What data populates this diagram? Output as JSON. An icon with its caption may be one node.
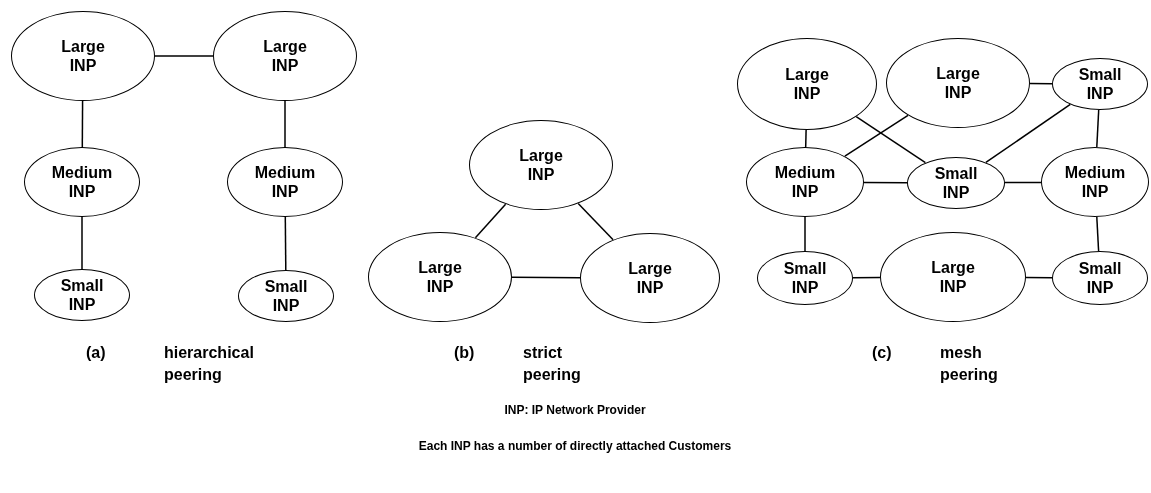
{
  "diagram": {
    "nodes": [
      {
        "text": [
          "Large INP"
        ]
      },
      {
        "text": [
          "Large INP"
        ]
      },
      {
        "text": [
          "Medium INP"
        ]
      },
      {
        "text": [
          "Medium INP"
        ]
      },
      {
        "text": [
          "Small INP"
        ]
      },
      {
        "text": [
          "Small INP"
        ]
      },
      {
        "text": [
          "Large INP"
        ]
      },
      {
        "text": [
          "Large INP"
        ]
      },
      {
        "text": [
          "Large INP"
        ]
      },
      {
        "text": [
          "Large INP"
        ]
      },
      {
        "text": [
          "Large INP"
        ]
      },
      {
        "text": [
          "Small INP"
        ]
      },
      {
        "text": [
          "Medium INP"
        ]
      },
      {
        "text": [
          "Small INP"
        ]
      },
      {
        "text": [
          "Medium INP"
        ]
      },
      {
        "text": [
          "Small INP"
        ]
      },
      {
        "text": [
          "Large INP"
        ]
      },
      {
        "text": [
          "Small INP"
        ]
      }
    ],
    "edges": [
      {
        "from": 0,
        "to": 1,
        "arrow": "none"
      },
      {
        "from": 0,
        "to": 2,
        "arrow": "none"
      },
      {
        "from": 1,
        "to": 3,
        "arrow": "none"
      },
      {
        "from": 2,
        "to": 4,
        "arrow": "none"
      },
      {
        "from": 3,
        "to": 5,
        "arrow": "none"
      },
      {
        "from": 6,
        "to": 7,
        "arrow": "none"
      },
      {
        "from": 6,
        "to": 8,
        "arrow": "none"
      },
      {
        "from": 7,
        "to": 8,
        "arrow": "none"
      },
      {
        "from": 10,
        "to": 11,
        "arrow": "none"
      },
      {
        "from": 9,
        "to": 12,
        "arrow": "none"
      },
      {
        "from": 9,
        "to": 13,
        "arrow": "none"
      },
      {
        "from": 10,
        "to": 12,
        "arrow": "none"
      },
      {
        "from": 11,
        "to": 13,
        "arrow": "none"
      },
      {
        "from": 11,
        "to": 14,
        "arrow": "none"
      },
      {
        "from": 12,
        "to": 13,
        "arrow": "none"
      },
      {
        "from": 13,
        "to": 14,
        "arrow": "none"
      },
      {
        "from": 12,
        "to": 15,
        "arrow": "none"
      },
      {
        "from": 14,
        "to": 17,
        "arrow": "none"
      },
      {
        "from": 15,
        "to": 16,
        "arrow": "none"
      },
      {
        "from": 16,
        "to": 17,
        "arrow": "none"
      }
    ],
    "labels": [
      "(a)",
      "hierarchical peering",
      "(b)",
      "strict peering",
      "(c)",
      "mesh peering",
      "INP: IP Network Provider",
      "Each INP has a number of directly attached Customers"
    ]
  }
}
